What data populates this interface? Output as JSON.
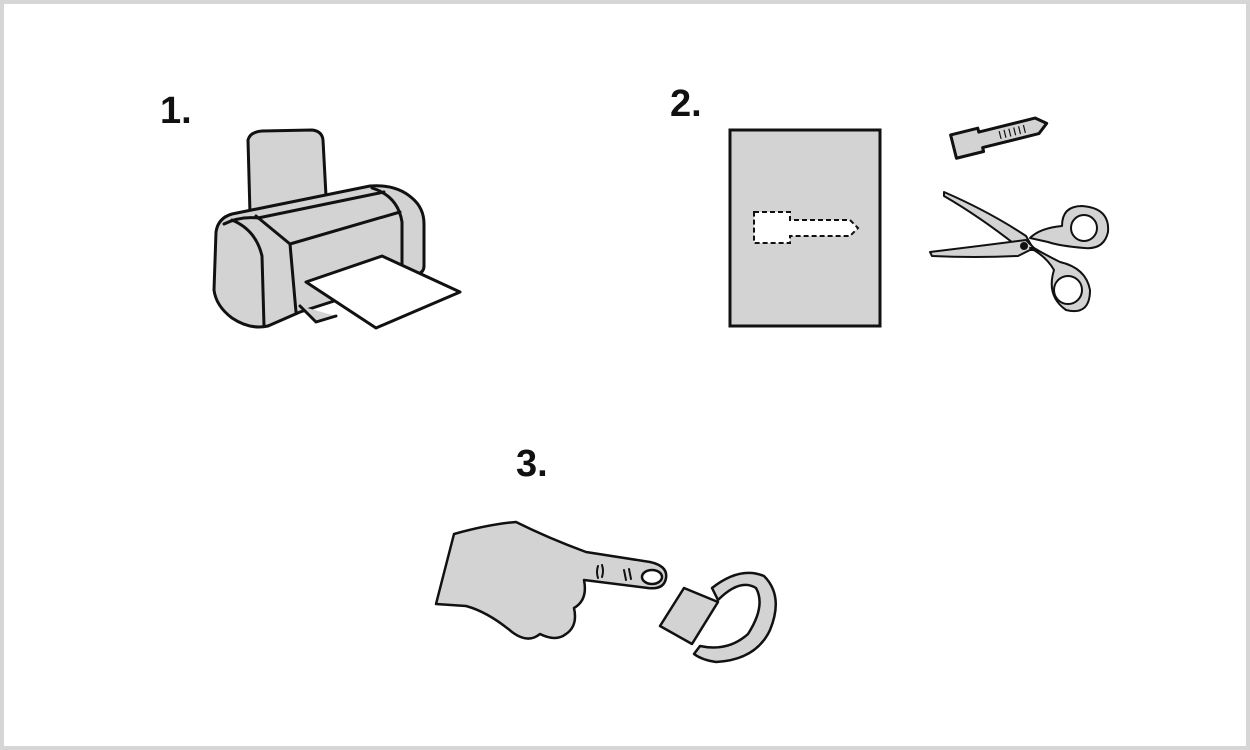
{
  "steps": [
    {
      "label": "1.",
      "icon": "printer-icon"
    },
    {
      "label": "2.",
      "icon": "cut-out-template-icon"
    },
    {
      "label": "3.",
      "icon": "finger-wrap-icon"
    }
  ],
  "colors": {
    "fill_gray": "#d3d3d3",
    "outline": "#111111",
    "frame_border": "#d6d6d6",
    "paper": "#ffffff"
  }
}
